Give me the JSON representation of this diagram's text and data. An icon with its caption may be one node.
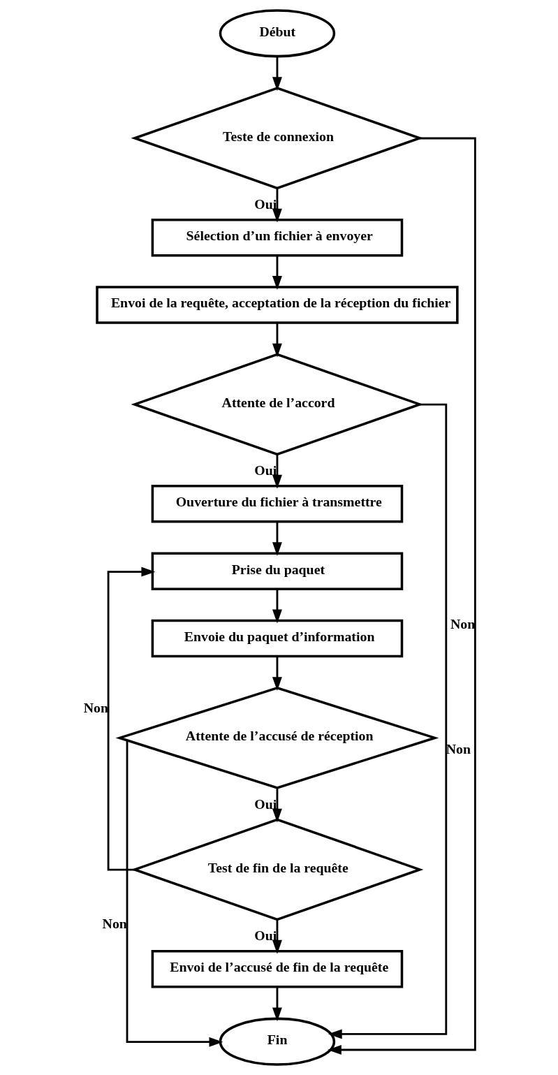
{
  "diagram": {
    "nodes": [
      {
        "text": [
          "Début"
        ]
      },
      {
        "text": [
          "Teste de connexion"
        ]
      },
      {
        "text": [
          "Sélection d’un fichier à envoyer"
        ]
      },
      {
        "text": [
          "Envoi de la requête, acceptation de la réception du fichier"
        ]
      },
      {
        "text": [
          "Attente de l’accord"
        ]
      },
      {
        "text": [
          "Ouverture du fichier à transmettre"
        ]
      },
      {
        "text": [
          "Prise du paquet"
        ]
      },
      {
        "text": [
          "Envoie du paquet d’information"
        ]
      },
      {
        "text": [
          "Attente de l’accusé de réception"
        ]
      },
      {
        "text": [
          "Test de fin de la requête"
        ]
      },
      {
        "text": [
          "Envoi de l’accusé de fin de la requête"
        ]
      },
      {
        "text": [
          "Fin"
        ]
      }
    ],
    "edges": [
      {
        "from": 0,
        "to": 1,
        "arrow": "to"
      },
      {
        "from": 1,
        "to": 2,
        "arrow": "to",
        "label": "Oui"
      },
      {
        "from": 2,
        "to": 3,
        "arrow": "to"
      },
      {
        "from": 3,
        "to": 4,
        "arrow": "to"
      },
      {
        "from": 4,
        "to": 5,
        "arrow": "to",
        "label": "Oui"
      },
      {
        "from": 5,
        "to": 6,
        "arrow": "to"
      },
      {
        "from": 6,
        "to": 7,
        "arrow": "to"
      },
      {
        "from": 7,
        "to": 8,
        "arrow": "to"
      },
      {
        "from": 8,
        "to": 9,
        "arrow": "to",
        "label": "Oui"
      },
      {
        "from": 9,
        "to": 10,
        "arrow": "to",
        "label": "Oui"
      },
      {
        "from": 10,
        "to": 11,
        "arrow": "to"
      },
      {
        "from": 1,
        "to": 11,
        "arrow": "to",
        "label": "Non"
      },
      {
        "from": 4,
        "to": 11,
        "arrow": "to",
        "label": "Non"
      },
      {
        "from": 8,
        "to": 11,
        "arrow": "to",
        "label": "Non"
      },
      {
        "from": 9,
        "to": 6,
        "arrow": "to",
        "label": "Non"
      }
    ]
  }
}
